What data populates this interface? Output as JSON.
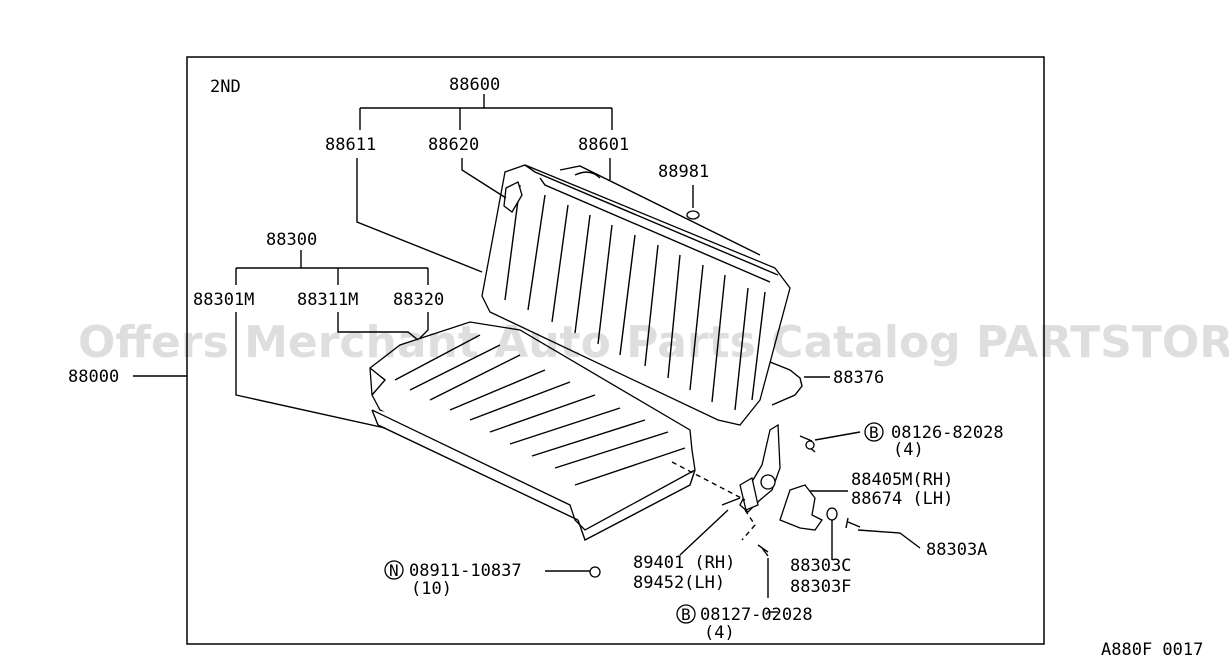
{
  "diagram": {
    "section_label": "2ND",
    "figure_code": "A880F 0017",
    "watermark": "Offers Merchant Auto Parts Catalog PARTSTORE.SA",
    "parts": {
      "p88600": "88600",
      "p88611": "88611",
      "p88620": "88620",
      "p88601": "88601",
      "p88981": "88981",
      "p88300": "88300",
      "p88301M": "88301M",
      "p88311M": "88311M",
      "p88320": "88320",
      "p88000": "88000",
      "p88376": "88376",
      "p08126": "08126-82028",
      "p08126_qty": "(4)",
      "p88405M": "88405M(RH)",
      "p88674": "88674 (LH)",
      "p88303A": "88303A",
      "p88303C": "88303C",
      "p88303F": "88303F",
      "p89401": "89401 (RH)",
      "p89452": "89452(LH)",
      "p08911": "08911-10837",
      "p08911_qty": "(10)",
      "p08127": "08127-02028",
      "p08127_qty": "(4)"
    },
    "markers": {
      "b1": "B",
      "n1": "N",
      "b2": "B"
    }
  }
}
